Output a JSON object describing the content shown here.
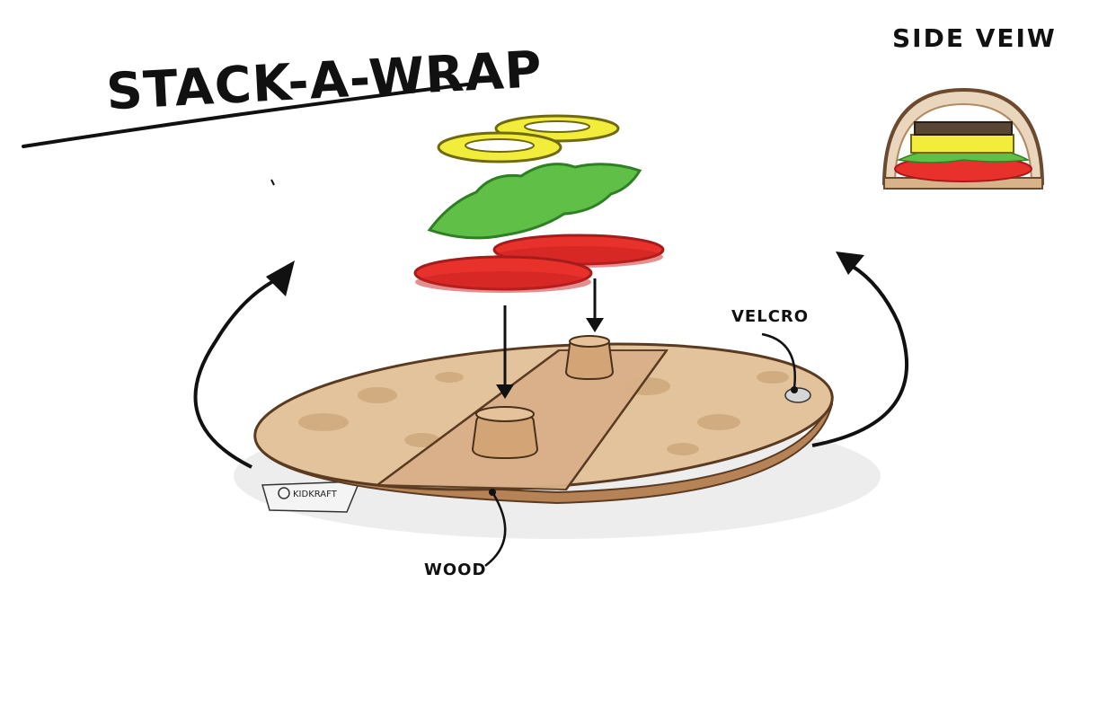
{
  "title": "STACK-A-WRAP",
  "side_view_label": "SIDE VEIW",
  "labels": {
    "velcro": "VELCRO",
    "wood": "WOOD",
    "tag": "KIDKRAFT"
  },
  "colors": {
    "ink": "#111111",
    "wood_light": "#e3c39c",
    "wood_mid": "#cfa373",
    "wood_spot": "#b98a5c",
    "tomato": "#e9312c",
    "tomato_dark": "#b81d1d",
    "lettuce": "#5fbf46",
    "lettuce_dark": "#2f7f24",
    "pepper": "#f2ec3a",
    "patty": "#5a4636",
    "shadow": "#ececec"
  }
}
